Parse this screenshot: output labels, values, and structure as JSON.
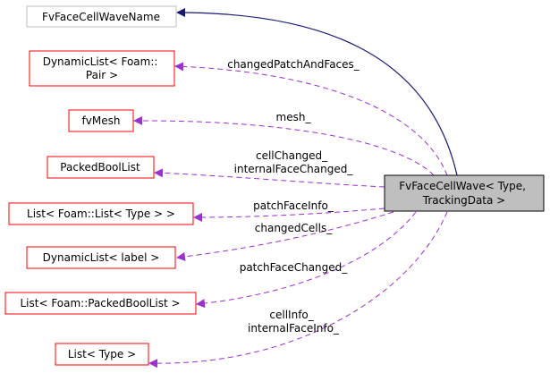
{
  "colors": {
    "main_fill": "#bfbfbf",
    "main_stroke": "#000000",
    "base_stroke": "#bfbfbf",
    "member_stroke": "#ff0000",
    "usage_edge": "#9a32cd",
    "inherit_edge": "#191970"
  },
  "nodes": {
    "main": {
      "lines": [
        "FvFaceCellWave< Type,",
        "TrackingData >"
      ]
    },
    "base": {
      "lines": [
        "FvFaceCellWaveName"
      ]
    },
    "dynamic_pair": {
      "lines": [
        "DynamicList< Foam::",
        "Pair >"
      ]
    },
    "fvmesh": {
      "lines": [
        "fvMesh"
      ]
    },
    "packedboollist": {
      "lines": [
        "PackedBoolList"
      ]
    },
    "list_list_type": {
      "lines": [
        "List< Foam::List< Type > >"
      ]
    },
    "dynamic_label": {
      "lines": [
        "DynamicList< label >"
      ]
    },
    "list_packedbool": {
      "lines": [
        "List< Foam::PackedBoolList >"
      ]
    },
    "list_type": {
      "lines": [
        "List< Type >"
      ]
    }
  },
  "edges": {
    "changed_patch_and_faces": {
      "lines": [
        "changedPatchAndFaces_"
      ]
    },
    "mesh": {
      "lines": [
        "mesh_"
      ]
    },
    "cell_changed": {
      "lines": [
        "cellChanged_",
        "internalFaceChanged_"
      ]
    },
    "patch_face_info": {
      "lines": [
        "patchFaceInfo_"
      ]
    },
    "changed_cells": {
      "lines": [
        "changedCells_"
      ]
    },
    "patch_face_changed": {
      "lines": [
        "patchFaceChanged_"
      ]
    },
    "cell_info": {
      "lines": [
        "cellInfo_",
        "internalFaceInfo_"
      ]
    }
  }
}
